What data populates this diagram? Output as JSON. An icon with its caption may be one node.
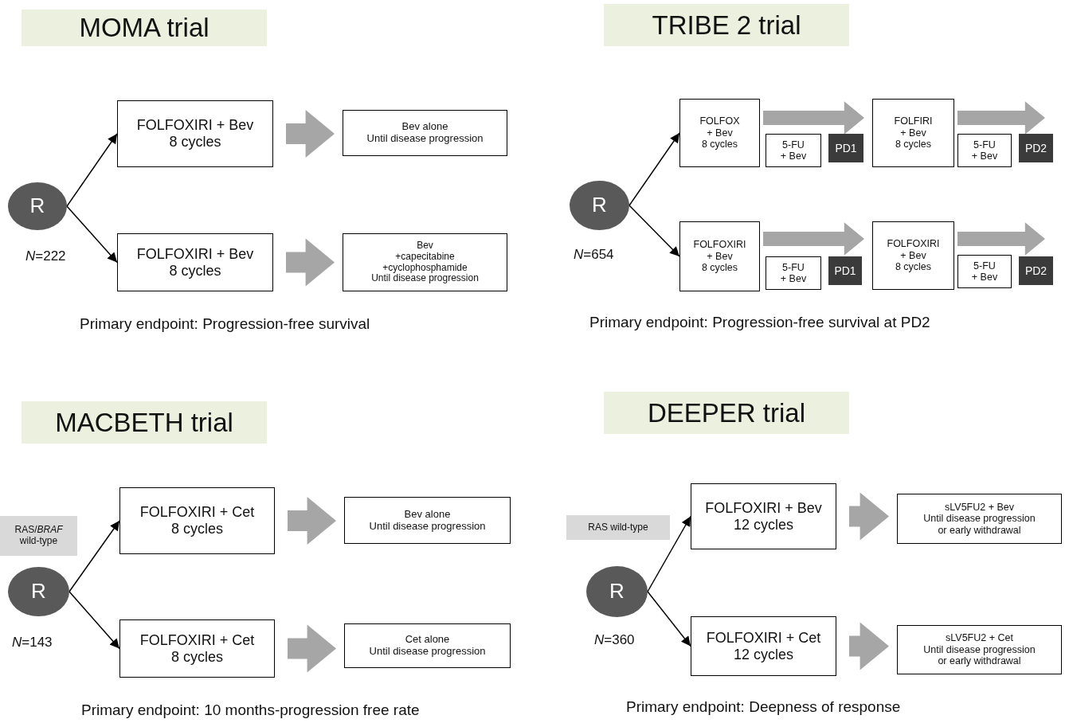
{
  "diagram": {
    "nodes": [
      {
        "text": [
          "MOMA trial"
        ]
      },
      {
        "text": [
          "R"
        ],
        "beside": [
          "*N*=222"
        ]
      },
      {
        "text": [
          "FOLFOXIRI + Bev",
          "8 cycles"
        ]
      },
      {
        "text": [
          "Bev alone",
          "Until disease progression"
        ]
      },
      {
        "text": [
          "FOLFOXIRI + Bev",
          "8 cycles"
        ]
      },
      {
        "text": [
          "Bev",
          "+capecitabine",
          "+cyclophosphamide",
          "Until disease progression"
        ]
      },
      {
        "text": [
          "TRIBE 2 trial"
        ]
      },
      {
        "text": [
          "R"
        ],
        "beside": [
          "*N*=654"
        ]
      },
      {
        "text": [
          "FOLFOX",
          "+ Bev",
          "8 cycles"
        ]
      },
      {
        "text": [
          "5-FU",
          "+ Bev"
        ]
      },
      {
        "text": [
          "PD1"
        ]
      },
      {
        "text": [
          "FOLFIRI",
          "+ Bev",
          "8 cycles"
        ]
      },
      {
        "text": [
          "5-FU",
          "+ Bev"
        ]
      },
      {
        "text": [
          "PD2"
        ]
      },
      {
        "text": [
          "FOLFOXIRI",
          "+ Bev",
          "8 cycles"
        ]
      },
      {
        "text": [
          "5-FU",
          "+ Bev"
        ]
      },
      {
        "text": [
          "PD1"
        ]
      },
      {
        "text": [
          "FOLFOXIRI",
          "+ Bev",
          "8 cycles"
        ]
      },
      {
        "text": [
          "5-FU",
          "+ Bev"
        ]
      },
      {
        "text": [
          "PD2"
        ]
      },
      {
        "text": [
          "MACBETH trial"
        ]
      },
      {
        "text": [
          "RAS/*BRAF* wild-type"
        ]
      },
      {
        "text": [
          "R"
        ],
        "beside": [
          "*N*=143"
        ]
      },
      {
        "text": [
          "FOLFOXIRI + Cet",
          "8 cycles"
        ]
      },
      {
        "text": [
          "Bev alone",
          "Until disease progression"
        ]
      },
      {
        "text": [
          "FOLFOXIRI + Cet",
          "8 cycles"
        ]
      },
      {
        "text": [
          "Cet alone",
          "Until disease progression"
        ]
      },
      {
        "text": [
          "DEEPER trial"
        ]
      },
      {
        "text": [
          "RAS wild-type"
        ]
      },
      {
        "text": [
          "R"
        ],
        "beside": [
          "*N*=360"
        ]
      },
      {
        "text": [
          "FOLFOXIRI + Bev",
          "12 cycles"
        ]
      },
      {
        "text": [
          "sLV5FU2 + Bev",
          "Until disease progression",
          "or early withdrawal"
        ]
      },
      {
        "text": [
          "FOLFOXIRI + Cet",
          "12 cycles"
        ]
      },
      {
        "text": [
          "sLV5FU2 + Cet",
          "Until disease progression",
          "or early withdrawal"
        ]
      }
    ],
    "edges": [
      {
        "from": 1,
        "to": 2,
        "arrow": "to",
        "color": "#000000"
      },
      {
        "from": 1,
        "to": 4,
        "arrow": "to",
        "color": "#000000"
      },
      {
        "from": 2,
        "to": 3,
        "arrow": "to",
        "style": "thick",
        "color": "#a6a6a6"
      },
      {
        "from": 4,
        "to": 5,
        "arrow": "to",
        "style": "thick",
        "color": "#a6a6a6"
      },
      {
        "from": 7,
        "to": 8,
        "arrow": "to",
        "color": "#000000"
      },
      {
        "from": 7,
        "to": 14,
        "arrow": "to",
        "color": "#000000"
      },
      {
        "from": 8,
        "to": 11,
        "arrow": "to",
        "style": "thick",
        "color": "#a6a6a6"
      },
      {
        "from": 11,
        "to": 13,
        "arrow": "to",
        "style": "thick",
        "color": "#a6a6a6"
      },
      {
        "from": 14,
        "to": 17,
        "arrow": "to",
        "style": "thick",
        "color": "#a6a6a6"
      },
      {
        "from": 17,
        "to": 19,
        "arrow": "to",
        "style": "thick",
        "color": "#a6a6a6"
      },
      {
        "from": 22,
        "to": 23,
        "arrow": "to",
        "color": "#000000"
      },
      {
        "from": 22,
        "to": 25,
        "arrow": "to",
        "color": "#000000"
      },
      {
        "from": 23,
        "to": 24,
        "arrow": "to",
        "style": "thick",
        "color": "#a6a6a6"
      },
      {
        "from": 25,
        "to": 26,
        "arrow": "to",
        "style": "thick",
        "color": "#a6a6a6"
      },
      {
        "from": 29,
        "to": 30,
        "arrow": "to",
        "color": "#000000"
      },
      {
        "from": 29,
        "to": 32,
        "arrow": "to",
        "color": "#000000"
      },
      {
        "from": 30,
        "to": 31,
        "arrow": "to",
        "style": "thick",
        "color": "#a6a6a6"
      },
      {
        "from": 32,
        "to": 33,
        "arrow": "to",
        "style": "thick",
        "color": "#a6a6a6"
      }
    ],
    "labels": [
      "Primary endpoint: Progression-free survival",
      "Primary endpoint: Progression-free survival at PD2",
      "Primary endpoint: 10 months-progression free rate",
      "Primary endpoint: Deepness of response"
    ]
  }
}
